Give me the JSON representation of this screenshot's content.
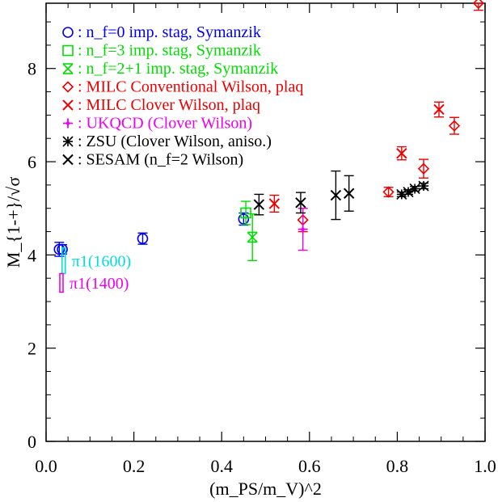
{
  "chart_data": {
    "type": "scatter",
    "xlabel": "(m_PS/m_V)^2",
    "ylabel": "M_{1-+}/√σ",
    "xlim": [
      0,
      1.0
    ],
    "ylim": [
      0,
      9.4
    ],
    "x_ticks": [
      "0.0",
      "0.2",
      "0.4",
      "0.6",
      "0.8",
      "1.0"
    ],
    "y_ticks": [
      "0",
      "2",
      "4",
      "6",
      "8"
    ],
    "legend_position": "top-left",
    "series": [
      {
        "name": "n_f=0 imp. stag, Symanzik",
        "color": "#0000ee",
        "marker": "circle",
        "points": [
          {
            "x": 0.03,
            "y": 4.12,
            "err": 0.15
          },
          {
            "x": 0.037,
            "y": 4.12,
            "err": 0.1
          },
          {
            "x": 0.22,
            "y": 4.35,
            "err": 0.12
          },
          {
            "x": 0.45,
            "y": 4.77,
            "err": 0.13
          }
        ]
      },
      {
        "name": "n_f=3 imp. stag, Symanzik",
        "color": "#00dd00",
        "marker": "square",
        "points": [
          {
            "x": 0.455,
            "y": 4.9,
            "err": 0.25
          }
        ]
      },
      {
        "name": "n_f=2+1 imp. stag, Symanzik",
        "color": "#00dd00",
        "marker": "x-bar",
        "points": [
          {
            "x": 0.47,
            "y": 4.38,
            "err": 0.5
          }
        ]
      },
      {
        "name": "MILC Conventional Wilson, plaq",
        "color": "#ee0000",
        "marker": "diamond",
        "points": [
          {
            "x": 0.585,
            "y": 4.75,
            "err": 0.25
          },
          {
            "x": 0.78,
            "y": 5.35,
            "err": 0.1
          },
          {
            "x": 0.86,
            "y": 5.85,
            "err": 0.2
          },
          {
            "x": 0.93,
            "y": 6.77,
            "err": 0.18
          },
          {
            "x": 0.985,
            "y": 9.4,
            "err": 0.15
          }
        ]
      },
      {
        "name": "MILC Clover Wilson, plaq",
        "color": "#ee0000",
        "marker": "cross",
        "points": [
          {
            "x": 0.52,
            "y": 5.1,
            "err": 0.18
          },
          {
            "x": 0.81,
            "y": 6.18,
            "err": 0.14
          },
          {
            "x": 0.895,
            "y": 7.12,
            "err": 0.16
          }
        ]
      },
      {
        "name": "UKQCD (Clover Wilson)",
        "color": "#ee00ee",
        "marker": "star",
        "points": [
          {
            "x": 0.585,
            "y": 4.55,
            "err": 0.45
          }
        ]
      },
      {
        "name": "ZSU (Clover Wilson, aniso.)",
        "color": "#000000",
        "marker": "asterisk",
        "points": [
          {
            "x": 0.81,
            "y": 5.3,
            "err": 0.05
          },
          {
            "x": 0.825,
            "y": 5.35,
            "err": 0.05
          },
          {
            "x": 0.84,
            "y": 5.42,
            "err": 0.05
          },
          {
            "x": 0.86,
            "y": 5.48,
            "err": 0.06
          }
        ]
      },
      {
        "name": "SESAM (n_f=2 Wilson)",
        "color": "#000000",
        "marker": "cross",
        "points": [
          {
            "x": 0.485,
            "y": 5.08,
            "err": 0.22
          },
          {
            "x": 0.58,
            "y": 5.12,
            "err": 0.22
          },
          {
            "x": 0.66,
            "y": 5.28,
            "err": 0.52
          },
          {
            "x": 0.69,
            "y": 5.32,
            "err": 0.38
          }
        ]
      }
    ],
    "annotations": [
      {
        "label": "π1(1600)",
        "color": "#00dddd",
        "x": 0.04,
        "y_low": 3.6,
        "y_high": 4.15
      },
      {
        "label": "π1(1400)",
        "color": "#ee00ee",
        "x": 0.035,
        "y_low": 3.2,
        "y_high": 3.6
      }
    ]
  }
}
